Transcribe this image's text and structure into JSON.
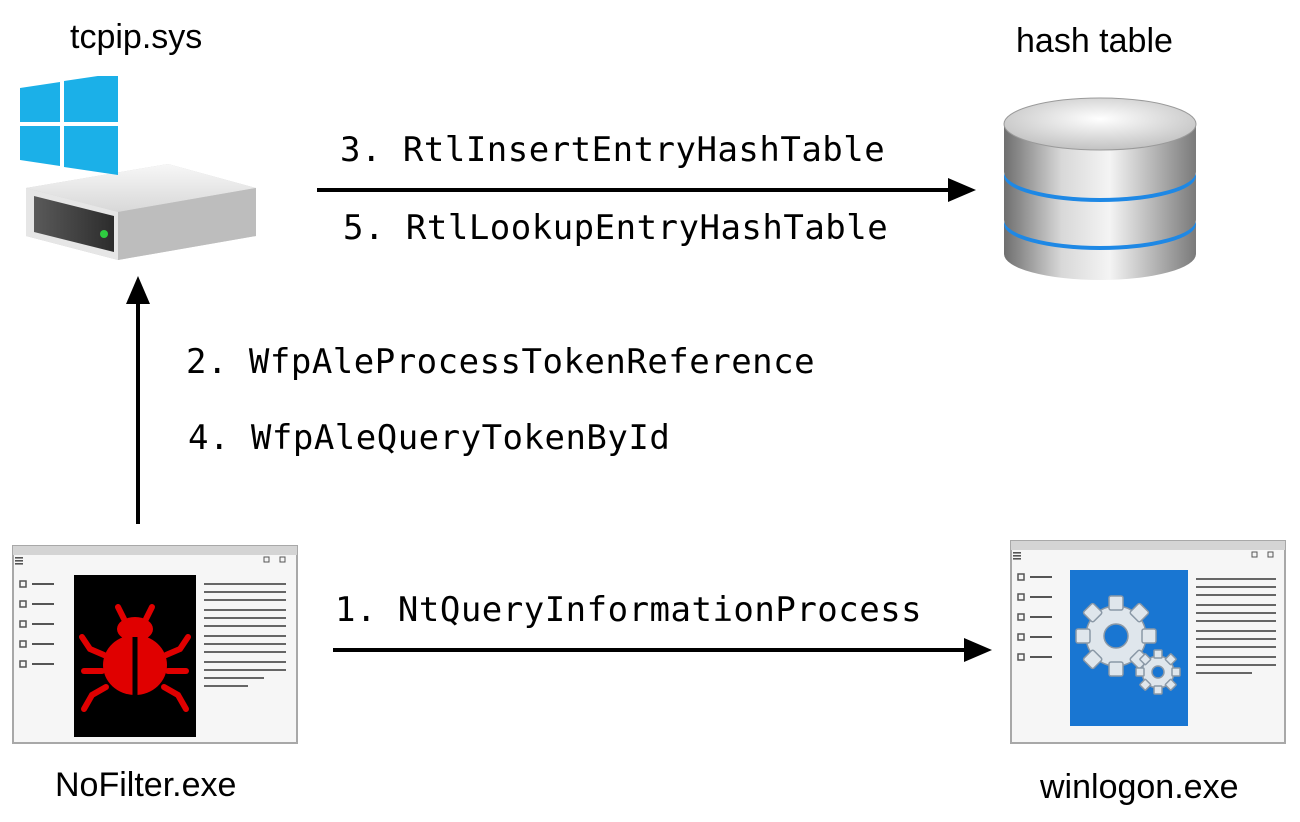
{
  "nodes": {
    "tcpip": {
      "label": "tcpip.sys",
      "icon": "windows-drive-icon"
    },
    "hash_table": {
      "label": "hash table",
      "icon": "database-icon"
    },
    "nofilter": {
      "label": "NoFilter.exe",
      "icon": "malware-window-icon"
    },
    "winlogon": {
      "label": "winlogon.exe",
      "icon": "settings-window-icon"
    }
  },
  "calls": {
    "step1": "1. NtQueryInformationProcess",
    "step2": "2. WfpAleProcessTokenReference",
    "step3": "3. RtlInsertEntryHashTable",
    "step4": "4. WfpAleQueryTokenById",
    "step5": "5. RtlLookupEntryHashTable"
  },
  "colors": {
    "windows_logo": "#1bb0e8",
    "bug": "#e00000",
    "bug_panel": "#000000",
    "gear_panel": "#1976d2",
    "db_ring": "#1e88e5",
    "led": "#2ecc40"
  }
}
